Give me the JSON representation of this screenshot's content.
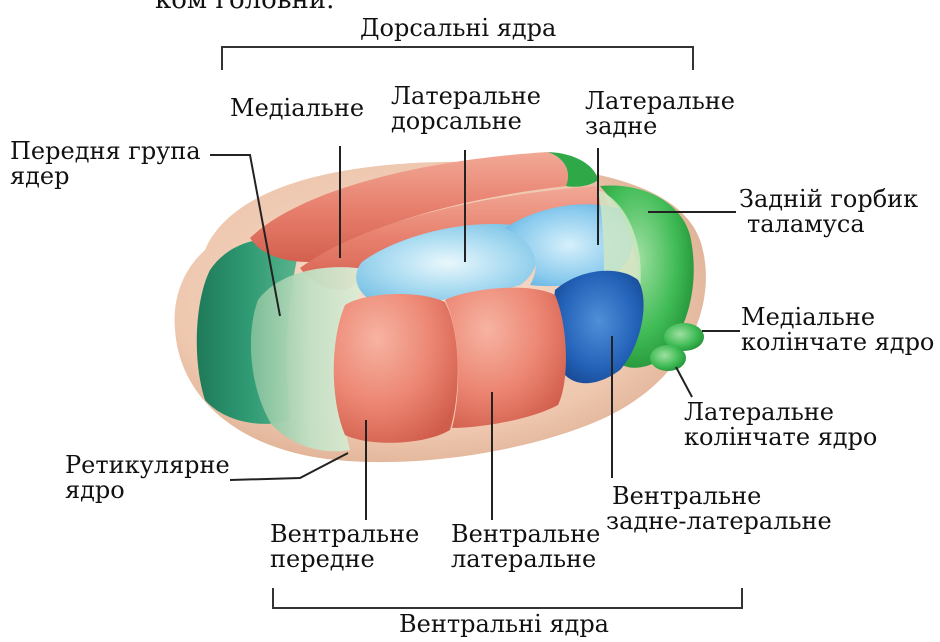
{
  "top_cut_text": "ком головни.",
  "groups": {
    "dorsal": "Дорсальні ядра",
    "ventral": "Вентральні ядра"
  },
  "labels": {
    "medial": "Медіальне",
    "lateral_dorsal": [
      "Латеральне",
      "дорсальне"
    ],
    "lateral_posterior": [
      "Латеральне",
      "задне"
    ],
    "anterior_group": [
      "Передня група",
      "ядер"
    ],
    "pulvinar": [
      "Задній горбик",
      "таламуса"
    ],
    "medial_geniculate": [
      "Медіальне",
      "колінчате ядро"
    ],
    "lateral_geniculate": [
      "Латеральне",
      "колінчате ядро"
    ],
    "reticular": [
      "Ретикулярне",
      "ядро"
    ],
    "ventral_anterior": [
      "Вентральне",
      "передне"
    ],
    "ventral_lateral": [
      "Вентральне",
      "латеральне"
    ],
    "ventral_posterolateral": [
      "Вентральне",
      "задне-латеральне"
    ]
  },
  "colors": {
    "salmon": "#e9806f",
    "salmon_light": "#f4b3a3",
    "green": "#2e9a72",
    "green_light": "#a9d3b2",
    "bright_green": "#32b04a",
    "light_blue": "#a7daf0",
    "mid_blue": "#5fb2e2",
    "dark_blue": "#1d55a8",
    "capsule": "#efcdb6"
  }
}
